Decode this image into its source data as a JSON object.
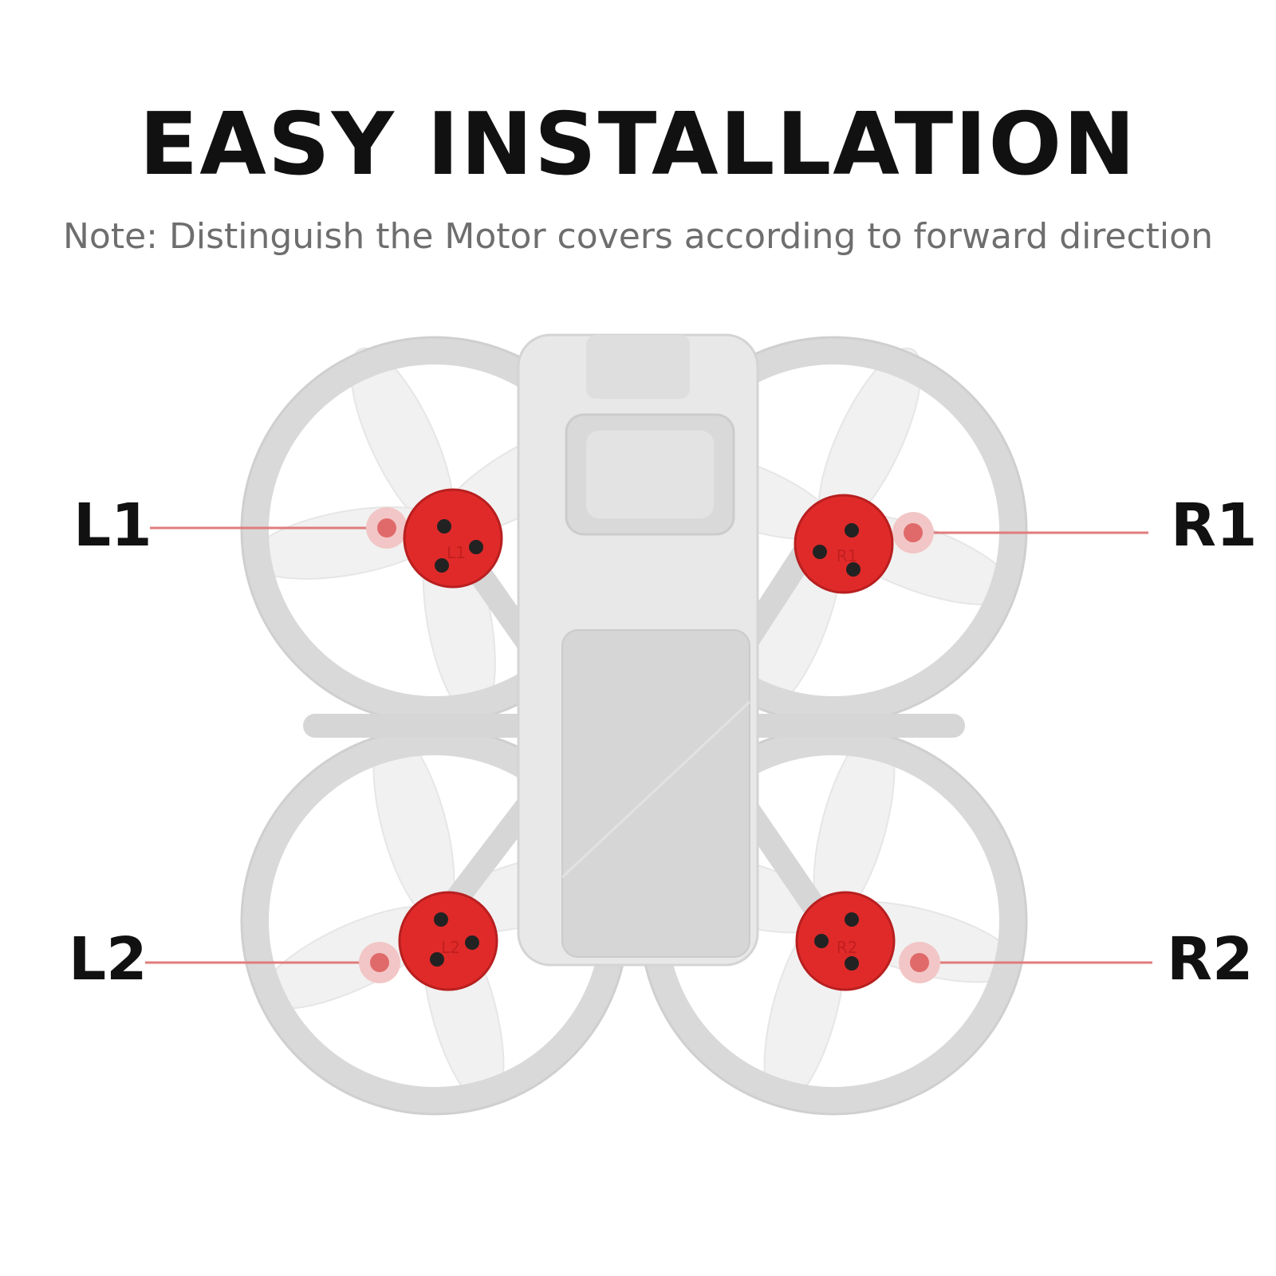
{
  "title": "EASY INSTALLATION",
  "subtitle": "Note: Distinguish the Motor covers according to forward direction",
  "colors": {
    "motor_cover": "#e02a2a",
    "pointer_line": "#e07c7c",
    "frame": "#d9d9d9",
    "propeller": "#f1f1f1"
  },
  "motors": {
    "l1": {
      "label": "L1",
      "cover_mark": "L1"
    },
    "r1": {
      "label": "R1",
      "cover_mark": "R1"
    },
    "l2": {
      "label": "L2",
      "cover_mark": "L2"
    },
    "r2": {
      "label": "R2",
      "cover_mark": "R2"
    }
  }
}
